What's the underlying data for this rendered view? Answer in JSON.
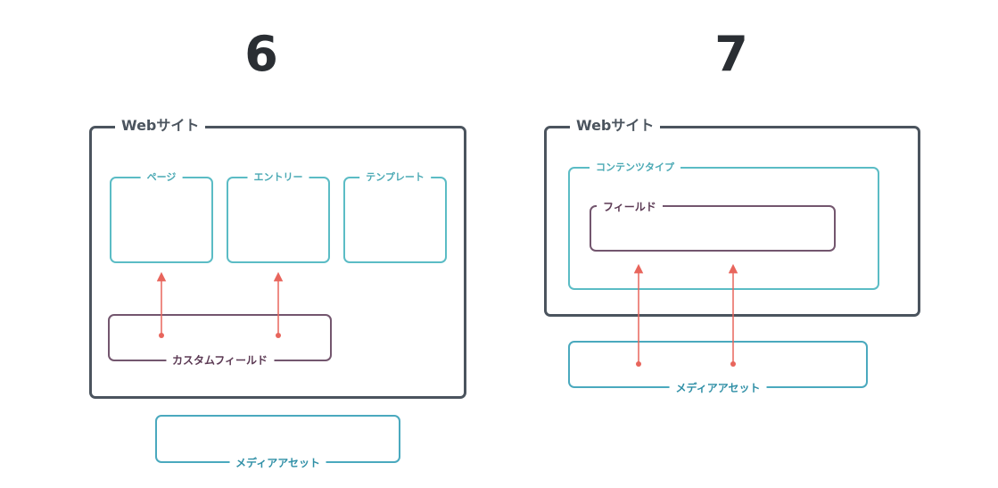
{
  "colors": {
    "site_border": "#4b545e",
    "section_border": "#5bbcc5",
    "field_border": "#73566e",
    "media_border": "#4aa9be",
    "arrow": "#e8655c"
  },
  "v6": {
    "version": "6",
    "website_label": "Webサイト",
    "page_label": "ページ",
    "entry_label": "エントリー",
    "template_label": "テンプレート",
    "custom_field_label": "カスタムフィールド",
    "media_asset_label": "メディアアセット"
  },
  "v7": {
    "version": "7",
    "website_label": "Webサイト",
    "content_type_label": "コンテンツタイプ",
    "field_label": "フィールド",
    "media_asset_label": "メディアアセット"
  }
}
